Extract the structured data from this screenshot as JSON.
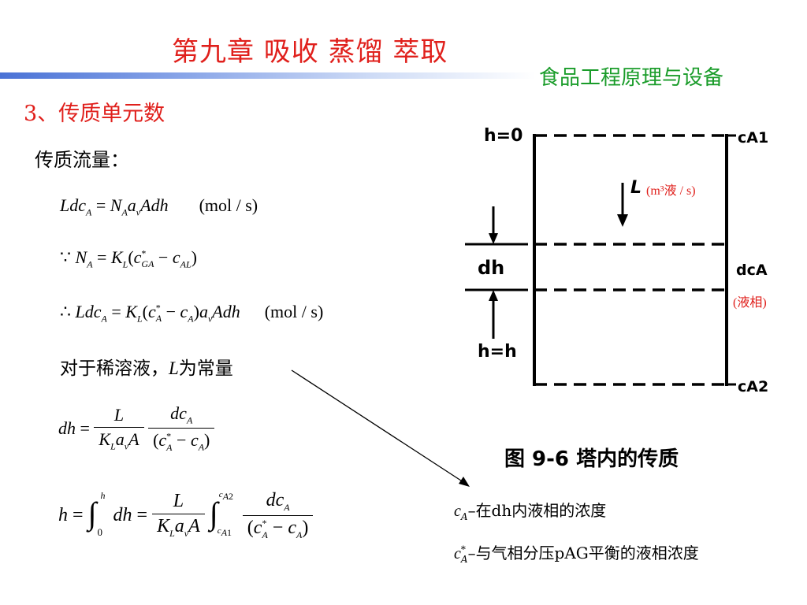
{
  "header": {
    "title": "第九章  吸收  蒸馏  萃取",
    "subtitle": "食品工程原理与设备"
  },
  "section": {
    "heading": "3、传质单元数",
    "flux_label": "传质流量："
  },
  "equations": {
    "eq1_unit": "(mol / s)",
    "eq3_unit": "(mol / s)",
    "dilute_text": "对于稀溶液，",
    "dilute_L": "L",
    "dilute_tail": "为常量"
  },
  "diagram": {
    "top_label": "h=0",
    "bottom_label": "h=h",
    "dh_label": "dh",
    "cA1_label": "cA1",
    "cA2_label": "cA2",
    "dcA_label": "dcA",
    "L_label": "L",
    "flow_unit": "(m³液 / s)",
    "liquid_phase": "(液相)",
    "caption": "图 9-6   塔内的传质"
  },
  "definitions": {
    "def1_text": "–在dh内液相的浓度",
    "def2_text": "–与气相分压pAG平衡的液相浓度"
  },
  "colors": {
    "title": "#e0201c",
    "subtitle": "#1a9c2a",
    "band": "#4a72d6"
  }
}
